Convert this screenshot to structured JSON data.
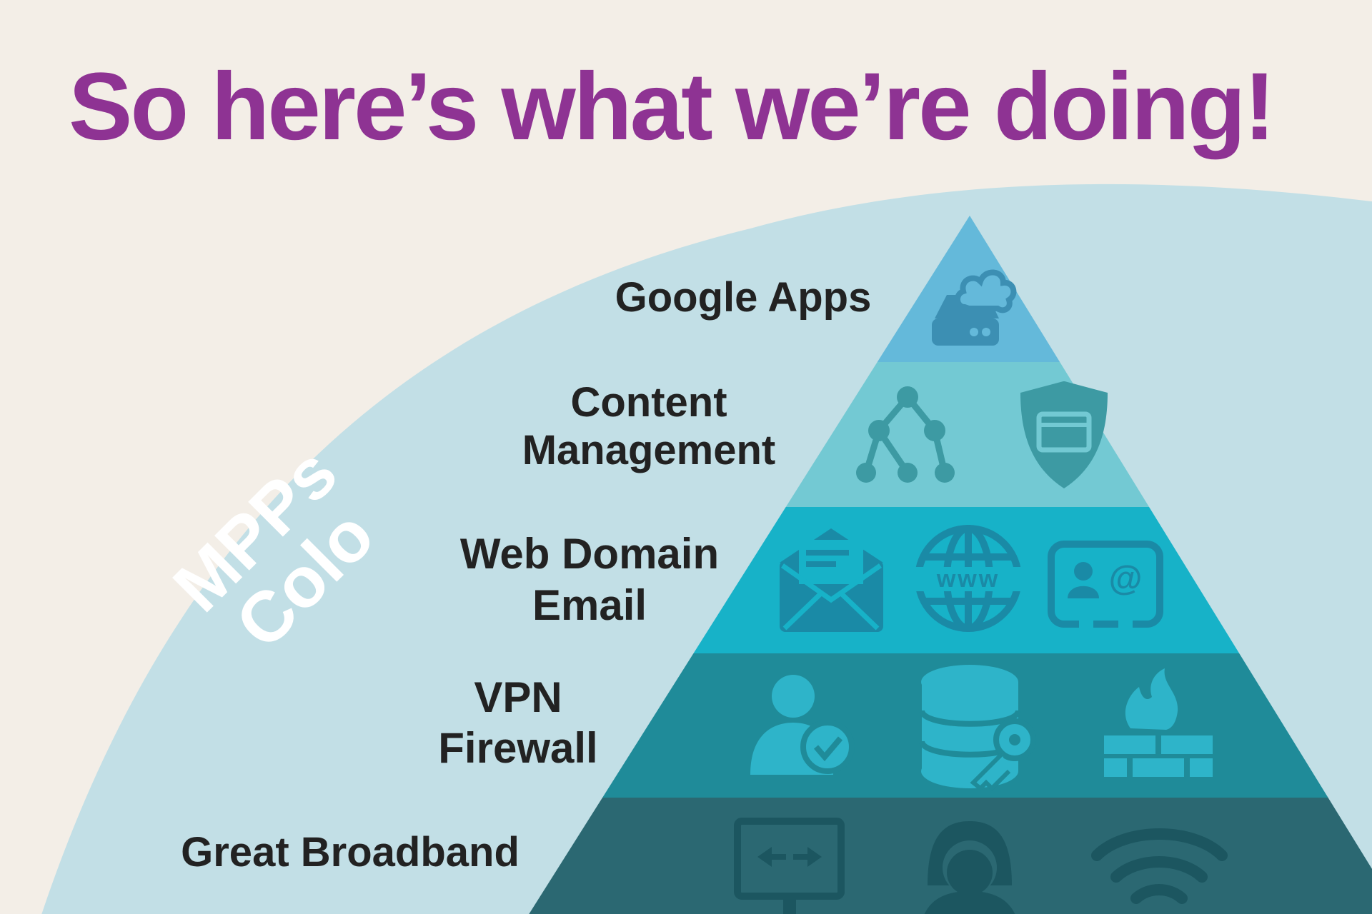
{
  "title": "So here’s what we’re doing!",
  "side_label": {
    "line1": "MPPs",
    "line2": "Colo"
  },
  "colors": {
    "background": "#f3eee7",
    "title": "#8e3393",
    "dome": "#c2dfe6",
    "tier1": "#64b9da",
    "tier2": "#73c9d3",
    "tier3": "#17b2c8",
    "tier4": "#1f8b99",
    "tier5": "#2b6872",
    "label_text": "#222222",
    "side_label": "#ffffff"
  },
  "tiers": [
    {
      "lines": [
        "Google Apps"
      ],
      "icons": [
        "cloud-server-icon"
      ]
    },
    {
      "lines": [
        "Content",
        "Management"
      ],
      "icons": [
        "sitemap-tree-icon",
        "shield-window-icon"
      ]
    },
    {
      "lines": [
        "Web Domain",
        "Email"
      ],
      "icons": [
        "envelope-icon",
        "www-globe-icon",
        "contact-card-icon"
      ]
    },
    {
      "lines": [
        "VPN",
        "Firewall"
      ],
      "icons": [
        "user-check-icon",
        "database-key-icon",
        "firewall-icon"
      ]
    },
    {
      "lines": [
        "Great Broadband"
      ],
      "icons": [
        "network-monitor-icon",
        "support-headset-icon",
        "wifi-icon"
      ]
    }
  ]
}
